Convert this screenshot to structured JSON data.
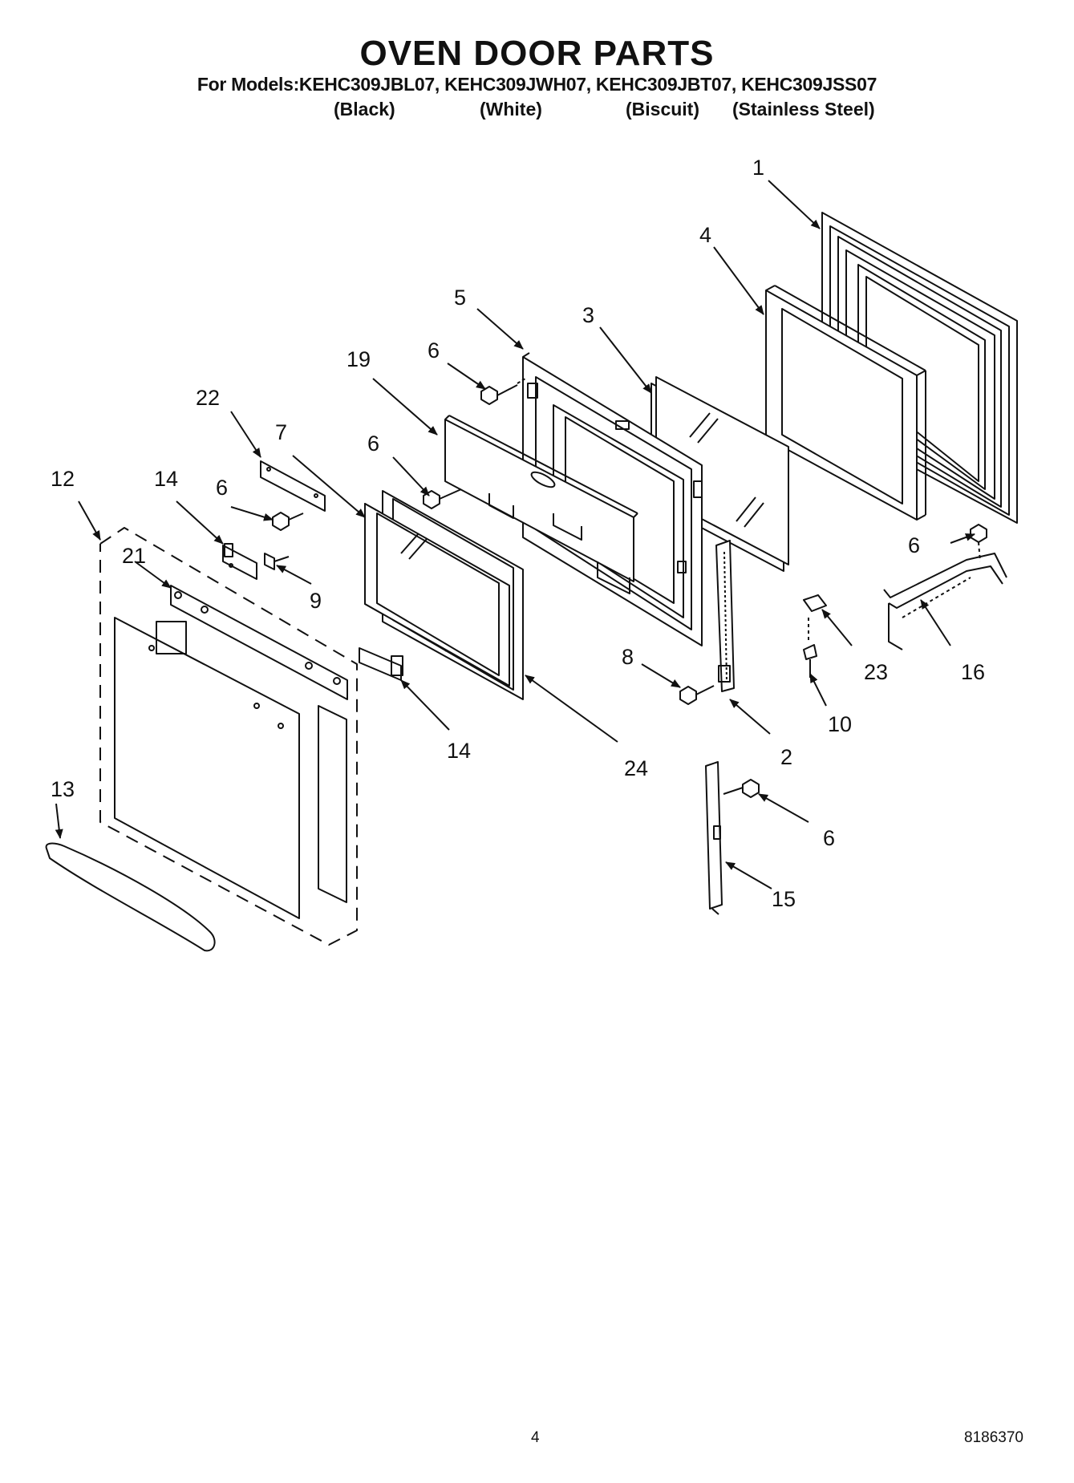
{
  "header": {
    "title": "OVEN DOOR PARTS",
    "models_line": "For Models:KEHC309JBL07, KEHC309JWH07, KEHC309JBT07, KEHC309JSS07",
    "variants": [
      "(Black)",
      "(White)",
      "(Biscuit)",
      "(Stainless Steel)"
    ]
  },
  "callouts": {
    "c1": "1",
    "c4": "4",
    "c5": "5",
    "c3": "3",
    "c6a": "6",
    "c19": "19",
    "c22": "22",
    "c7": "7",
    "c6b": "6",
    "c12": "12",
    "c14a": "14",
    "c6c": "6",
    "c21": "21",
    "c9": "9",
    "c6d": "6",
    "c8": "8",
    "c23": "23",
    "c16": "16",
    "c10": "10",
    "c2": "2",
    "c14b": "14",
    "c24": "24",
    "c13": "13",
    "c6e": "6",
    "c15": "15"
  },
  "footer": {
    "page_number": "4",
    "doc_number": "8186370"
  }
}
